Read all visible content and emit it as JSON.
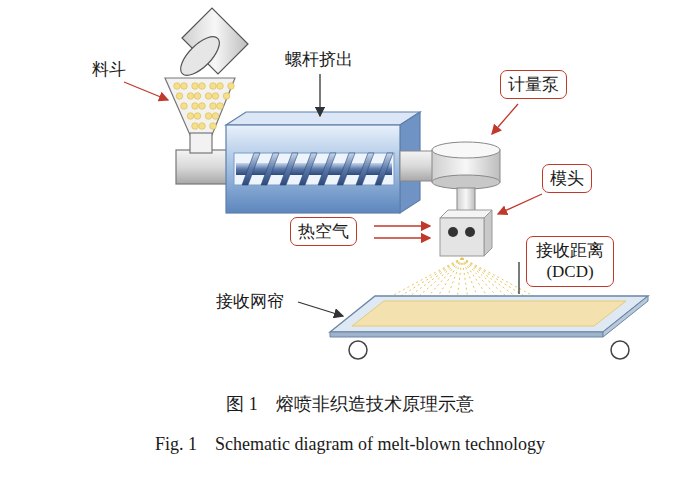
{
  "diagram": {
    "caption": "图 1　熔喷非织造技术原理示意",
    "nodes": [
      {
        "text": [
          "计量泵"
        ]
      },
      {
        "text": [
          "模头"
        ]
      },
      {
        "text": [
          "热空气"
        ]
      },
      {
        "text": [
          "接收距离 (DCD)"
        ]
      }
    ],
    "labels": [
      "料斗",
      "螺杆挤出",
      "接收网帘",
      "Fig. 1　Schematic diagram of melt-blown technology"
    ]
  }
}
